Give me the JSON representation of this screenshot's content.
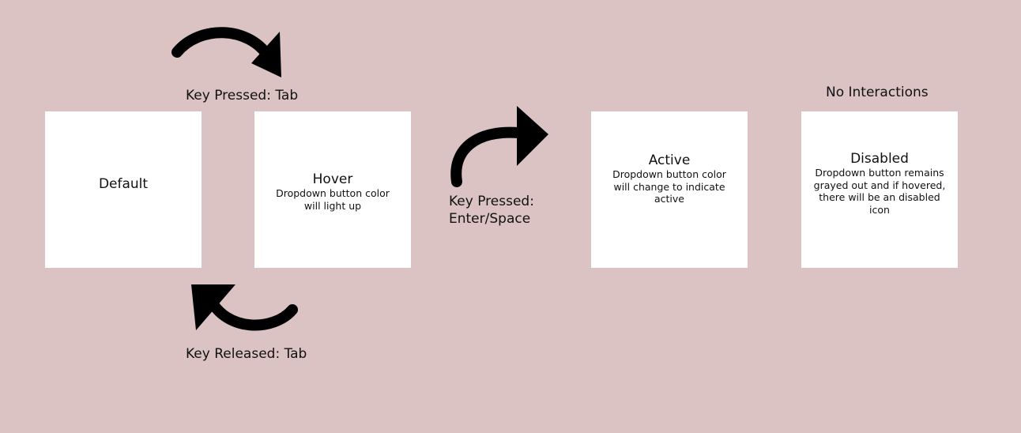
{
  "colors": {
    "background": "#dbc3c4",
    "card": "#ffffff",
    "arrow": "#000000",
    "text": "#111111"
  },
  "labels": {
    "key_pressed_tab": "Key Pressed: Tab",
    "key_released_tab": "Key Released: Tab",
    "key_pressed_enter_line1": "Key Pressed:",
    "key_pressed_enter_line2": "Enter/Space",
    "no_interactions": "No Interactions"
  },
  "states": {
    "default": {
      "title": "Default"
    },
    "hover": {
      "title": "Hover",
      "desc_line1": "Dropdown button color",
      "desc_line2": "will light up"
    },
    "active": {
      "title": "Active",
      "desc_line1": "Dropdown button color",
      "desc_line2": "will change to indicate",
      "desc_line3": "active"
    },
    "disabled": {
      "title": "Disabled",
      "desc_line1": "Dropdown button remains",
      "desc_line2": "grayed out and if hovered,",
      "desc_line3": "there will be an disabled",
      "desc_line4": "icon"
    }
  },
  "icons": {
    "arrow_top": "curved-arrow-right-icon",
    "arrow_bottom": "curved-arrow-left-icon",
    "arrow_middle": "curved-arrow-up-right-icon"
  }
}
